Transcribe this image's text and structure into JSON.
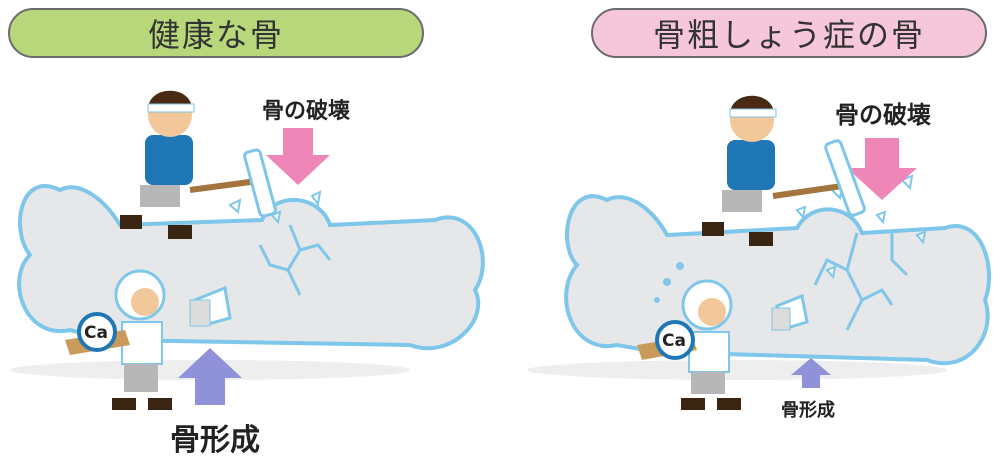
{
  "panels": {
    "healthy": {
      "title": "健康な骨",
      "title_color": "#b7d77a",
      "destruction_label": "骨の破壊",
      "formation_label": "骨形成",
      "calcium_label": "Ca"
    },
    "osteoporosis": {
      "title": "骨粗しょう症の骨",
      "title_color": "#f6c7db",
      "destruction_label": "骨の破壊",
      "formation_label": "骨形成",
      "calcium_label": "Ca"
    }
  },
  "colors": {
    "bone_fill": "#e6e7e8",
    "bone_outline": "#7ec6ea",
    "destruction_arrow": "#ef86b8",
    "formation_arrow": "#8f92d8",
    "worker_shirt": "#1f77b6"
  }
}
